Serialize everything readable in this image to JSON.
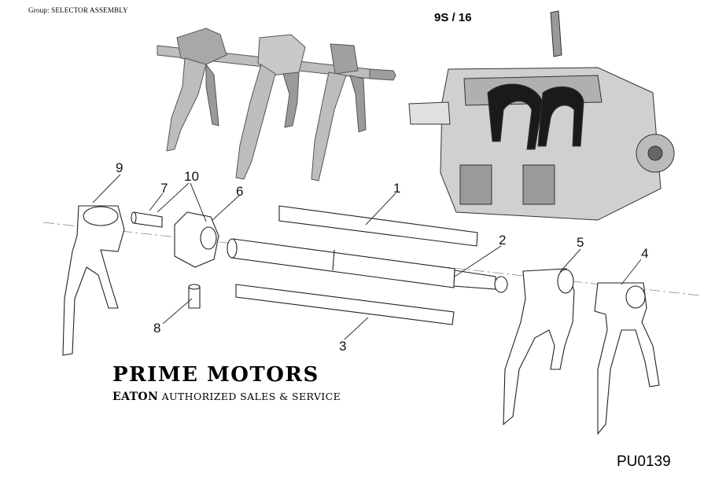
{
  "header": {
    "group_label": "Group: SELECTOR ASSEMBLY",
    "model": "9S / 16"
  },
  "branding": {
    "company": "PRIME   MOTORS",
    "brand": "EATON",
    "tagline": "AUTHORIZED SALES & SERVICE"
  },
  "part_code": "PU0139",
  "callouts": {
    "n1": "1",
    "n2": "2",
    "n3": "3",
    "n4": "4",
    "n5": "5",
    "n6": "6",
    "n7": "7",
    "n8": "8",
    "n9": "9",
    "n10": "10"
  },
  "colors": {
    "ink": "#222222",
    "assembly_fill": "#b9b9b9",
    "highlight": "#1a1a1a"
  }
}
